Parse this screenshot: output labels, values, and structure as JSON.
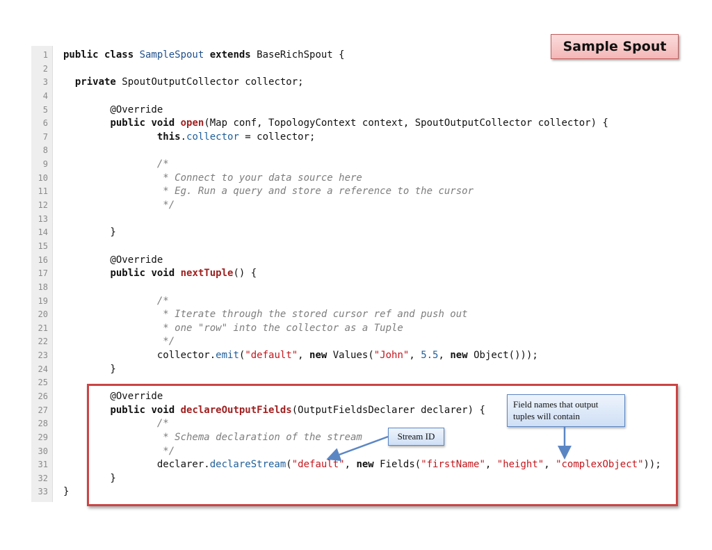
{
  "slide": {
    "title_badge": "Sample Spout",
    "callouts": {
      "stream_id": "Stream ID",
      "field_names": "Field names that output\ntuples will contain"
    },
    "accent_colors": {
      "badge": "#f4b7b7",
      "highlight_border": "#cc4444",
      "callout_border": "#5b86c4"
    }
  },
  "code_lines": [
    {
      "n": "1",
      "tokens": [
        {
          "t": "kw",
          "v": "public class "
        },
        {
          "t": "cls",
          "v": "SampleSpout"
        },
        {
          "t": "kw",
          "v": " extends "
        },
        {
          "t": "",
          "v": "BaseRichSpout {"
        }
      ]
    },
    {
      "n": "2",
      "tokens": []
    },
    {
      "n": "3",
      "tokens": [
        {
          "t": "",
          "v": "  "
        },
        {
          "t": "kw",
          "v": "private"
        },
        {
          "t": "",
          "v": " SpoutOutputCollector collector;"
        }
      ]
    },
    {
      "n": "4",
      "tokens": []
    },
    {
      "n": "5",
      "tokens": [
        {
          "t": "",
          "v": "        @Override"
        }
      ]
    },
    {
      "n": "6",
      "tokens": [
        {
          "t": "",
          "v": "        "
        },
        {
          "t": "kw",
          "v": "public void "
        },
        {
          "t": "meth",
          "v": "open"
        },
        {
          "t": "",
          "v": "(Map conf, TopologyContext context, SpoutOutputCollector collector) {"
        }
      ]
    },
    {
      "n": "7",
      "tokens": [
        {
          "t": "",
          "v": "                "
        },
        {
          "t": "kw",
          "v": "this"
        },
        {
          "t": "",
          "v": "."
        },
        {
          "t": "fld",
          "v": "collector"
        },
        {
          "t": "",
          "v": " = collector;"
        }
      ]
    },
    {
      "n": "8",
      "tokens": []
    },
    {
      "n": "9",
      "tokens": [
        {
          "t": "cmt",
          "v": "                /*"
        }
      ]
    },
    {
      "n": "10",
      "tokens": [
        {
          "t": "cmt",
          "v": "                 * Connect to your data source here"
        }
      ]
    },
    {
      "n": "11",
      "tokens": [
        {
          "t": "cmt",
          "v": "                 * Eg. Run a query and store a reference to the cursor"
        }
      ]
    },
    {
      "n": "12",
      "tokens": [
        {
          "t": "cmt",
          "v": "                 */"
        }
      ]
    },
    {
      "n": "13",
      "tokens": []
    },
    {
      "n": "14",
      "tokens": [
        {
          "t": "",
          "v": "        }"
        }
      ]
    },
    {
      "n": "15",
      "tokens": []
    },
    {
      "n": "16",
      "tokens": [
        {
          "t": "",
          "v": "        @Override"
        }
      ]
    },
    {
      "n": "17",
      "tokens": [
        {
          "t": "",
          "v": "        "
        },
        {
          "t": "kw",
          "v": "public void "
        },
        {
          "t": "meth",
          "v": "nextTuple"
        },
        {
          "t": "",
          "v": "() {"
        }
      ]
    },
    {
      "n": "18",
      "tokens": []
    },
    {
      "n": "19",
      "tokens": [
        {
          "t": "cmt",
          "v": "                /*"
        }
      ]
    },
    {
      "n": "20",
      "tokens": [
        {
          "t": "cmt",
          "v": "                 * Iterate through the stored cursor ref and push out"
        }
      ]
    },
    {
      "n": "21",
      "tokens": [
        {
          "t": "cmt",
          "v": "                 * one \"row\" into the collector as a Tuple"
        }
      ]
    },
    {
      "n": "22",
      "tokens": [
        {
          "t": "cmt",
          "v": "                 */"
        }
      ]
    },
    {
      "n": "23",
      "tokens": [
        {
          "t": "",
          "v": "                collector."
        },
        {
          "t": "fld",
          "v": "emit"
        },
        {
          "t": "",
          "v": "("
        },
        {
          "t": "str",
          "v": "\"default\""
        },
        {
          "t": "",
          "v": ", "
        },
        {
          "t": "kw",
          "v": "new"
        },
        {
          "t": "",
          "v": " Values("
        },
        {
          "t": "str",
          "v": "\"John\""
        },
        {
          "t": "",
          "v": ", "
        },
        {
          "t": "num",
          "v": "5.5"
        },
        {
          "t": "",
          "v": ", "
        },
        {
          "t": "kw",
          "v": "new"
        },
        {
          "t": "",
          "v": " Object()));"
        }
      ]
    },
    {
      "n": "24",
      "tokens": [
        {
          "t": "",
          "v": "        }"
        }
      ]
    },
    {
      "n": "25",
      "tokens": []
    },
    {
      "n": "26",
      "tokens": [
        {
          "t": "",
          "v": "        @Override"
        }
      ]
    },
    {
      "n": "27",
      "tokens": [
        {
          "t": "",
          "v": "        "
        },
        {
          "t": "kw",
          "v": "public void "
        },
        {
          "t": "meth",
          "v": "declareOutputFields"
        },
        {
          "t": "",
          "v": "(OutputFieldsDeclarer declarer) {"
        }
      ]
    },
    {
      "n": "28",
      "tokens": [
        {
          "t": "cmt",
          "v": "                /*"
        }
      ]
    },
    {
      "n": "29",
      "tokens": [
        {
          "t": "cmt",
          "v": "                 * Schema declaration of the stream"
        }
      ]
    },
    {
      "n": "30",
      "tokens": [
        {
          "t": "cmt",
          "v": "                 */"
        }
      ]
    },
    {
      "n": "31",
      "tokens": [
        {
          "t": "",
          "v": "                declarer."
        },
        {
          "t": "fld",
          "v": "declareStream"
        },
        {
          "t": "",
          "v": "("
        },
        {
          "t": "str",
          "v": "\"default\""
        },
        {
          "t": "",
          "v": ", "
        },
        {
          "t": "kw",
          "v": "new"
        },
        {
          "t": "",
          "v": " Fields("
        },
        {
          "t": "str",
          "v": "\"firstName\""
        },
        {
          "t": "",
          "v": ", "
        },
        {
          "t": "str",
          "v": "\"height\""
        },
        {
          "t": "",
          "v": ", "
        },
        {
          "t": "str",
          "v": "\"complexObject\""
        },
        {
          "t": "",
          "v": "));"
        }
      ]
    },
    {
      "n": "32",
      "tokens": [
        {
          "t": "",
          "v": "        }"
        }
      ]
    },
    {
      "n": "33",
      "tokens": [
        {
          "t": "",
          "v": "}"
        }
      ]
    }
  ]
}
